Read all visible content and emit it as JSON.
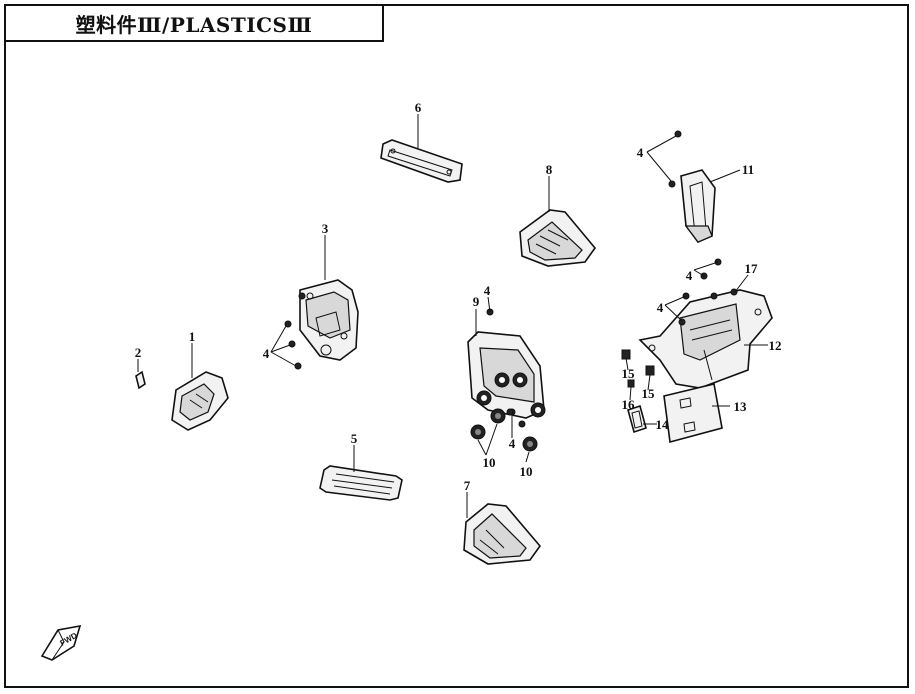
{
  "title": "塑料件Ⅲ/PLASTICSⅢ",
  "callouts": {
    "c1": "1",
    "c2": "2",
    "c3": "3",
    "c4a": "4",
    "c4b": "4",
    "c4c": "4",
    "c4d": "4",
    "c4e": "4",
    "c4f": "4",
    "c5": "5",
    "c6": "6",
    "c7": "7",
    "c8": "8",
    "c9": "9",
    "c10a": "10",
    "c10b": "10",
    "c11": "11",
    "c12": "12",
    "c13": "13",
    "c14": "14",
    "c15a": "15",
    "c15b": "15",
    "c16": "16",
    "c17": "17"
  },
  "fwd_mark": "FWD"
}
